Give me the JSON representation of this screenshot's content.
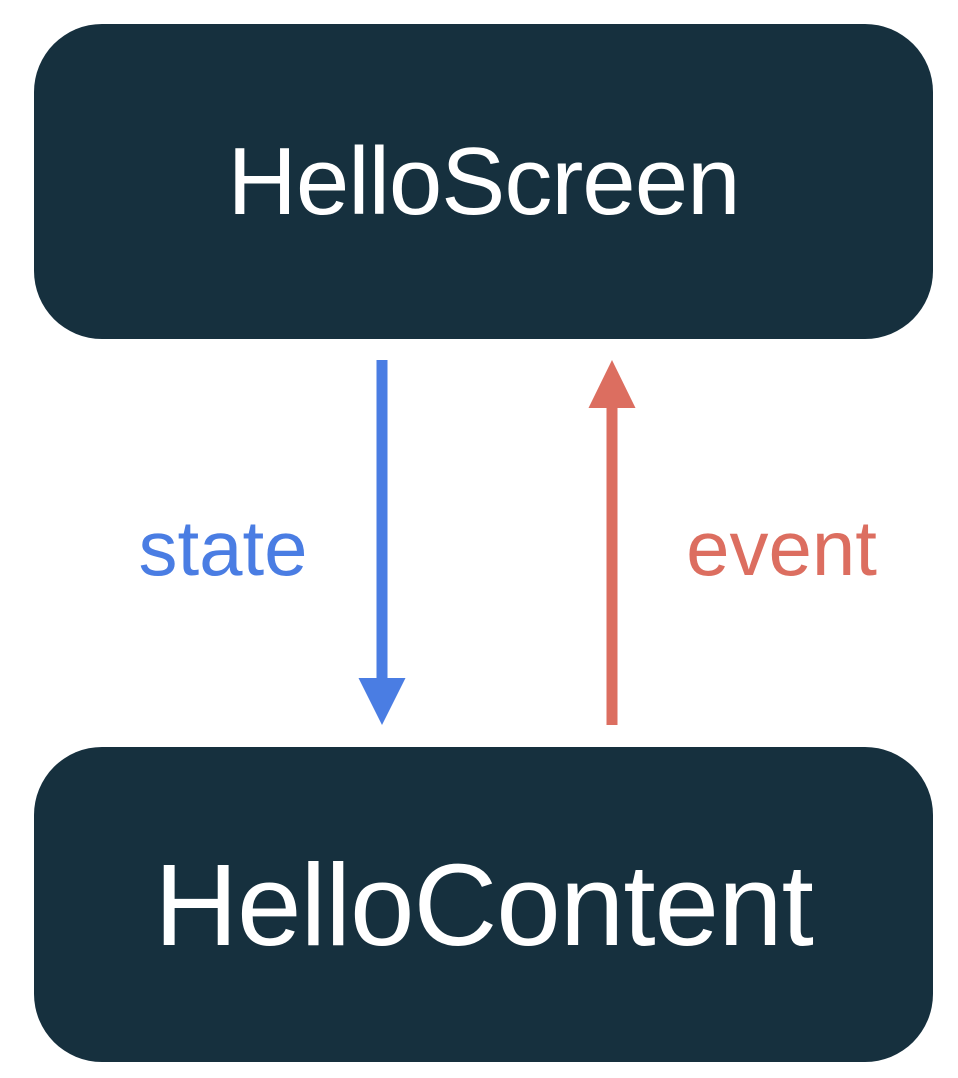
{
  "diagram": {
    "nodes": [
      {
        "id": "hello-screen",
        "label": "HelloScreen"
      },
      {
        "id": "hello-content",
        "label": "HelloContent"
      }
    ],
    "edges": [
      {
        "id": "state",
        "label": "state",
        "direction": "down",
        "from": "HelloScreen",
        "to": "HelloContent"
      },
      {
        "id": "event",
        "label": "event",
        "direction": "up",
        "from": "HelloContent",
        "to": "HelloScreen"
      }
    ],
    "colors": {
      "node_background": "#16303E",
      "node_text": "#ffffff",
      "state_blue": "#4A7DE3",
      "event_red": "#DC6E60",
      "canvas_background": "#ffffff"
    }
  }
}
